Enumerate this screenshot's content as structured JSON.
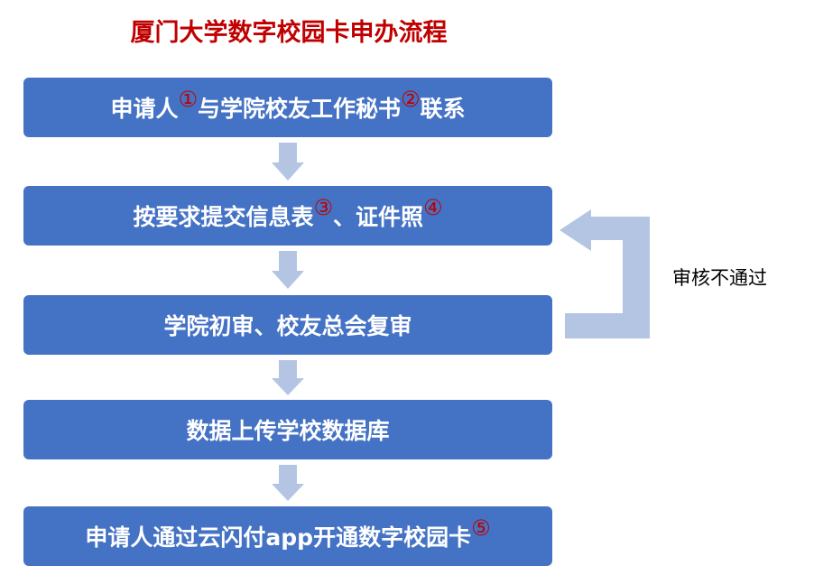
{
  "title": "厦门大学数字校园卡申办流程",
  "steps": [
    {
      "parts": [
        "申请人",
        "①",
        "与学院校友工作秘书",
        "②",
        "联系"
      ]
    },
    {
      "parts": [
        "按要求提交信息表",
        "③",
        " 、证件照",
        "④"
      ]
    },
    {
      "parts": [
        "学院初审、校友总会复审"
      ]
    },
    {
      "parts": [
        "数据上传学校数据库"
      ]
    },
    {
      "parts": [
        "申请人通过云闪付app开通数字校园卡",
        "⑤"
      ]
    }
  ],
  "loop_label": "审核不通过",
  "colors": {
    "box": "#4472C4",
    "arrow": "#B4C5E4",
    "title": "#C00000",
    "marker": "#C00000"
  }
}
